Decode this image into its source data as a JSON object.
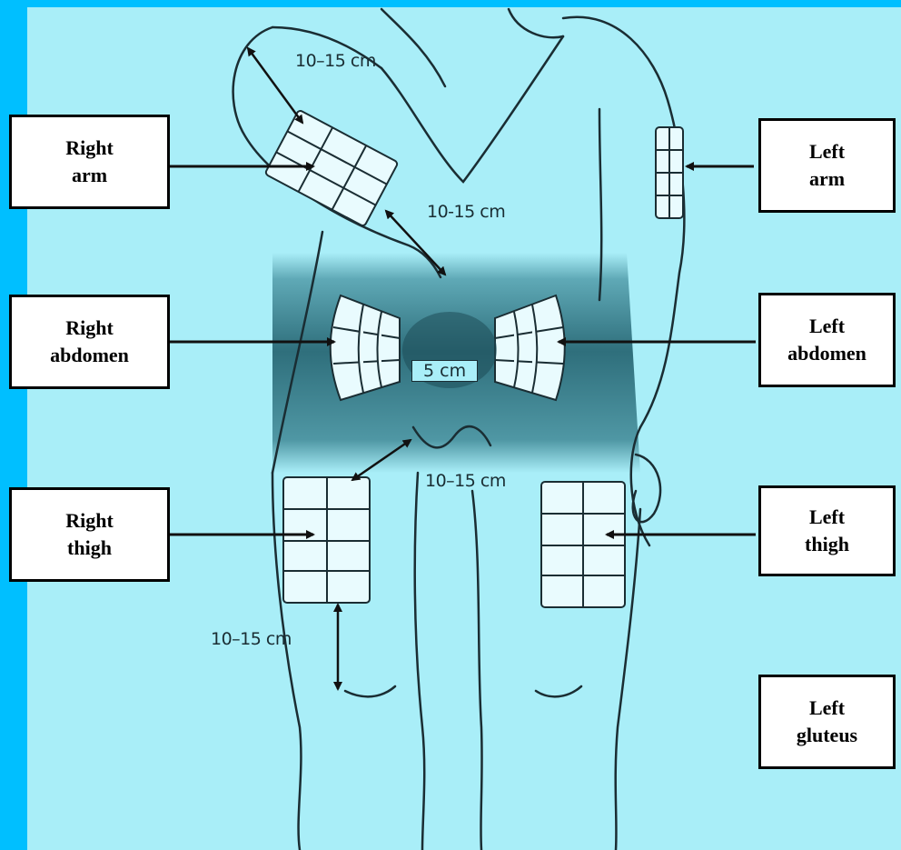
{
  "labels": {
    "right_arm": [
      "Right",
      "arm"
    ],
    "left_arm": [
      "Left",
      "arm"
    ],
    "right_abdomen": [
      "Right",
      "abdomen"
    ],
    "left_abdomen": [
      "Left",
      "abdomen"
    ],
    "right_thigh": [
      "Right",
      "thigh"
    ],
    "left_thigh": [
      "Left",
      "thigh"
    ],
    "left_gluteus": [
      "Left",
      "gluteus"
    ]
  },
  "measurements": {
    "shoulder_to_arm": "10–15 cm",
    "arm_to_abdomen": "10-15 cm",
    "abdomen_center": "5 cm",
    "groin_to_thigh": "10–15 cm",
    "thigh_to_knee": "10–15 cm"
  },
  "colors": {
    "frame": "#00bfff",
    "background": "#a9eef8",
    "ink": "#1a2d33",
    "shading": "#2b6b78"
  }
}
